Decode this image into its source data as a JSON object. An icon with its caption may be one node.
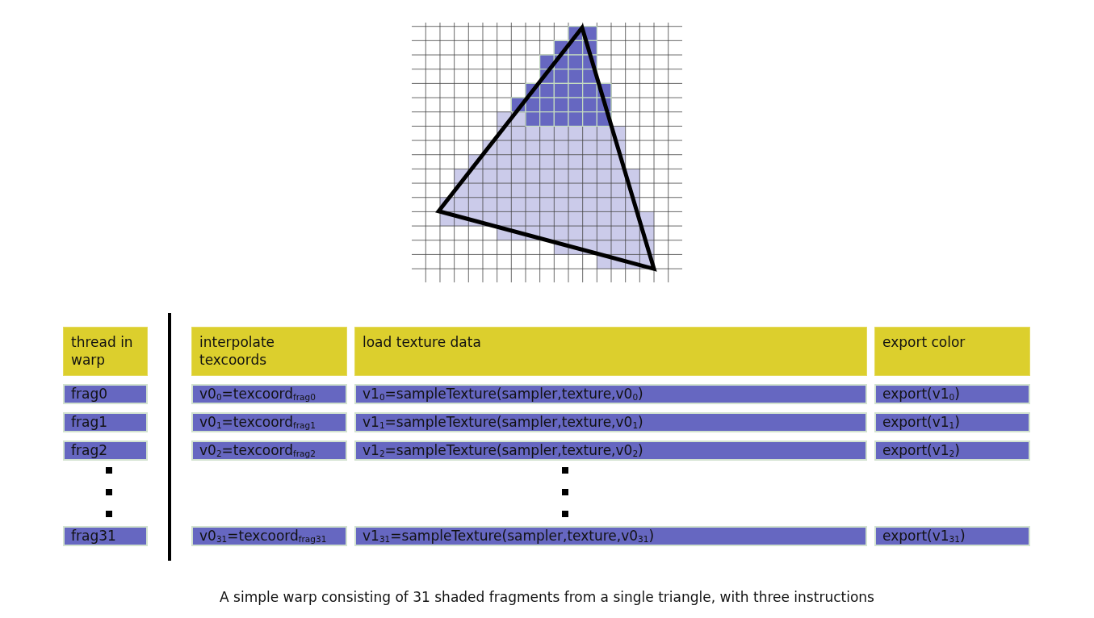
{
  "diagram": {
    "caption": "A simple warp consisting of 31 shaded fragments from a single triangle, with three instructions",
    "nodes": [
      {
        "text": [
          "thread in warp"
        ]
      },
      {
        "text": [
          "interpolate texcoords"
        ]
      },
      {
        "text": [
          "load texture data"
        ]
      },
      {
        "text": [
          "export color"
        ]
      },
      {
        "text": [
          "frag0"
        ]
      },
      {
        "text": [
          "v0$_{0}$=texcoord$_{frag0}$"
        ]
      },
      {
        "text": [
          "v1$_{0}$=sampleTexture(sampler,texture,v0$_{0}$)"
        ]
      },
      {
        "text": [
          "export(v1$_{0}$)"
        ]
      },
      {
        "text": [
          "frag1"
        ]
      },
      {
        "text": [
          "v0$_{1}$=texcoord$_{frag1}$"
        ]
      },
      {
        "text": [
          "v1$_{1}$=sampleTexture(sampler,texture,v0$_{1}$)"
        ]
      },
      {
        "text": [
          "export(v1$_{1}$)"
        ]
      },
      {
        "text": [
          "frag2"
        ]
      },
      {
        "text": [
          "v0$_{2}$=texcoord$_{frag2}$"
        ]
      },
      {
        "text": [
          "v1$_{2}$=sampleTexture(sampler,texture,v0$_{2}$)"
        ]
      },
      {
        "text": [
          "export(v1$_{2}$)"
        ]
      },
      {
        "text": [
          "frag31"
        ]
      },
      {
        "text": [
          "v0$_{31}$=texcoord$_{frag31}$"
        ]
      },
      {
        "text": [
          "v1$_{31}$=sampleTexture(sampler,texture,v0$_{31}$)"
        ]
      },
      {
        "text": [
          "export(v1$_{31}$)"
        ]
      }
    ]
  }
}
